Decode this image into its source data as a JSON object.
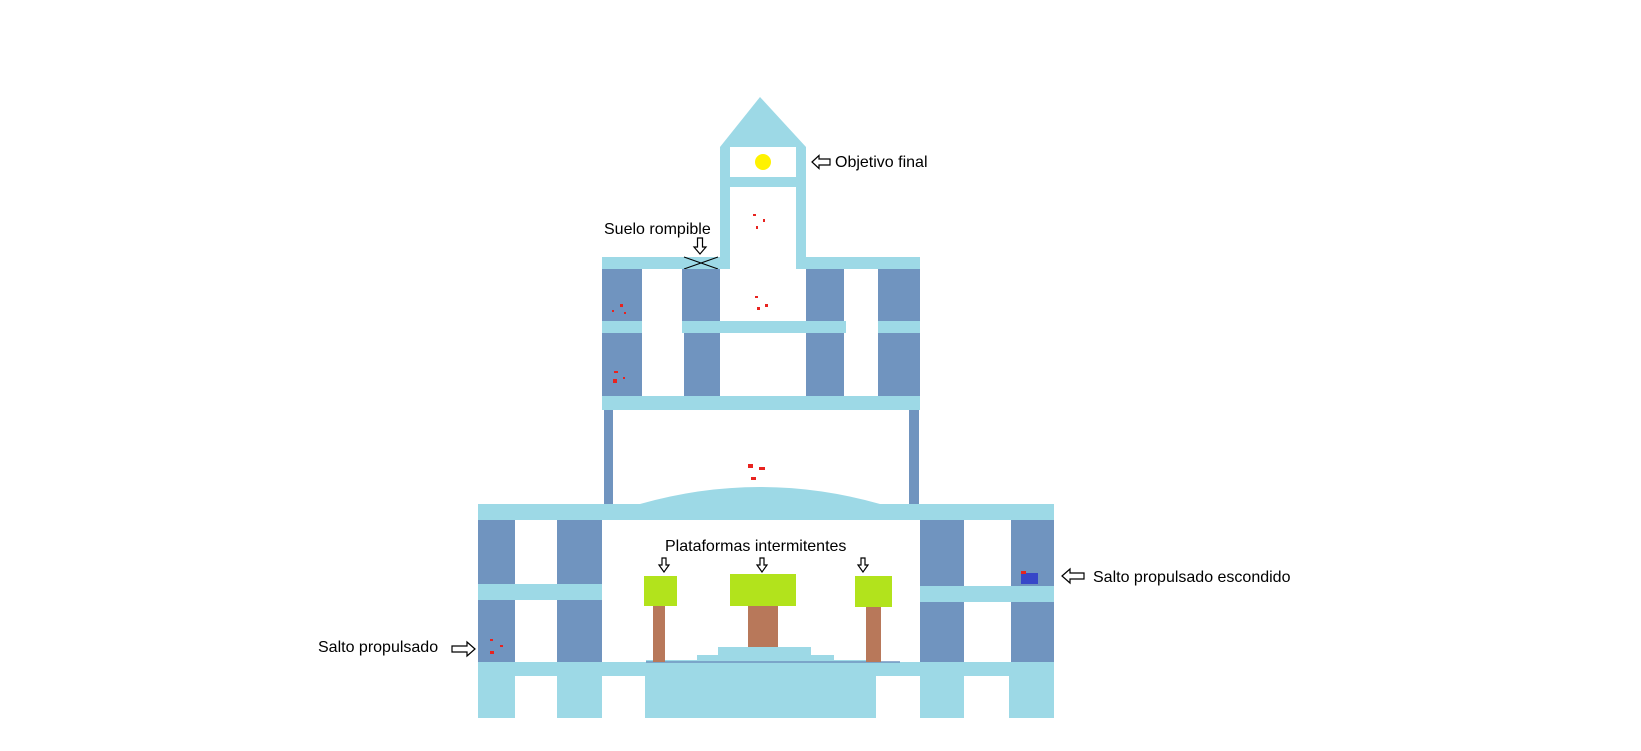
{
  "annotations": {
    "goal": "Objetivo final",
    "breakable_floor": "Suelo rompible",
    "blinking_platforms": "Plataformas intermitentes",
    "hidden_boost": "Salto propulsado escondido",
    "boost": "Salto propulsado"
  },
  "colors": {
    "light_blue": "#9dd9e6",
    "pillar_blue": "#7094bf",
    "platform_green": "#b2e31c",
    "trunk_brown": "#b8785a",
    "enemy_red": "#e8231f",
    "goal_yellow": "#fff200",
    "boost_blue": "#3747c8"
  },
  "icons": {
    "pointer": "hollow-arrow-icon",
    "goal": "sun-orb-icon",
    "breakable": "cross-mark-icon"
  }
}
